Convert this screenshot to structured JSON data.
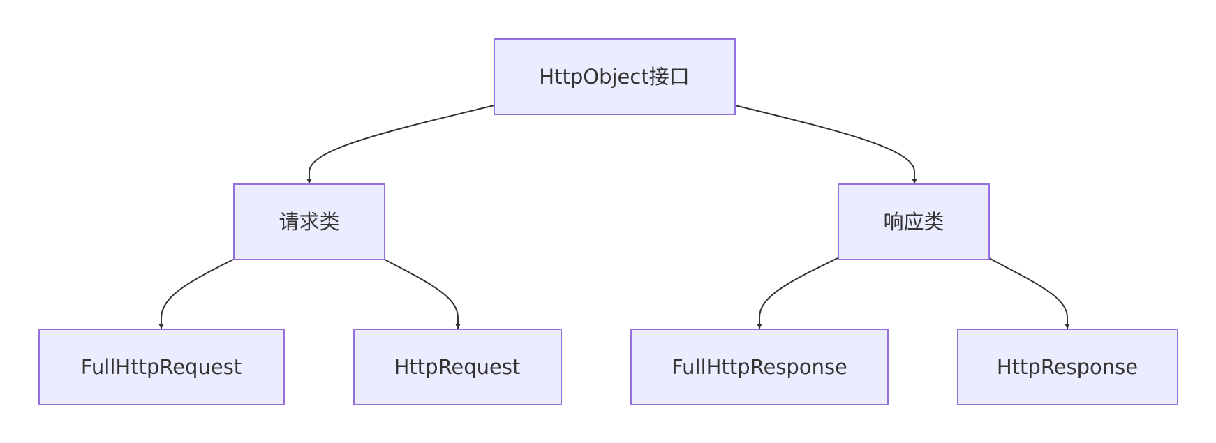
{
  "diagram": {
    "type": "flowchart-tree",
    "colors": {
      "node_fill": "#ECECFF",
      "node_border": "#9370DB",
      "edge": "#333333",
      "text": "#333333"
    },
    "nodes": [
      {
        "id": "root",
        "label": "HttpObject接口"
      },
      {
        "id": "request",
        "label": "请求类"
      },
      {
        "id": "response",
        "label": "响应类"
      },
      {
        "id": "full_request",
        "label": "FullHttpRequest"
      },
      {
        "id": "http_request",
        "label": "HttpRequest"
      },
      {
        "id": "full_response",
        "label": "FullHttpResponse"
      },
      {
        "id": "http_response",
        "label": "HttpResponse"
      }
    ],
    "edges": [
      {
        "from": "root",
        "to": "request"
      },
      {
        "from": "root",
        "to": "response"
      },
      {
        "from": "request",
        "to": "full_request"
      },
      {
        "from": "request",
        "to": "http_request"
      },
      {
        "from": "response",
        "to": "full_response"
      },
      {
        "from": "response",
        "to": "http_response"
      }
    ]
  }
}
